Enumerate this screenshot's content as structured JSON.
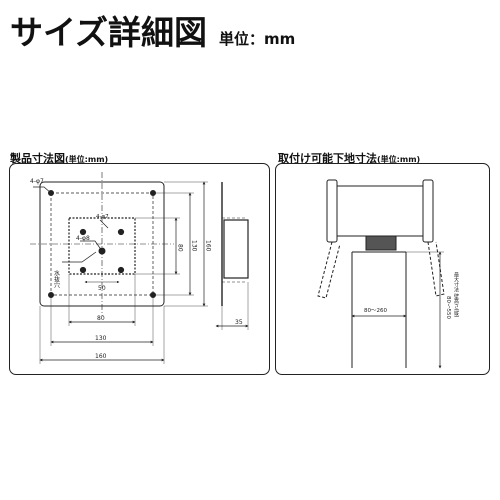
{
  "header": {
    "title": "サイズ詳細図",
    "unit": "単位：mm"
  },
  "left_panel": {
    "title": "製品寸法図",
    "unit": "(単位:mm)",
    "labels": {
      "hole_top": "4-φ7",
      "hole_mid": "4-φ8",
      "hole_small": "4-φ7",
      "water_hole": "水抜穴",
      "dim_50": "50",
      "dim_80_h": "80",
      "dim_130_h": "130",
      "dim_160_h": "160",
      "dim_80_v": "80",
      "dim_130_v": "130",
      "dim_160_v": "160",
      "dim_35": "35"
    }
  },
  "right_panel": {
    "title": "取付け可能下地寸法",
    "unit": "(単位:mm)",
    "labels": {
      "range_width": "80～260",
      "range_height": "80～550",
      "range_note": "最大寸法 壁高さ(縦)"
    }
  }
}
